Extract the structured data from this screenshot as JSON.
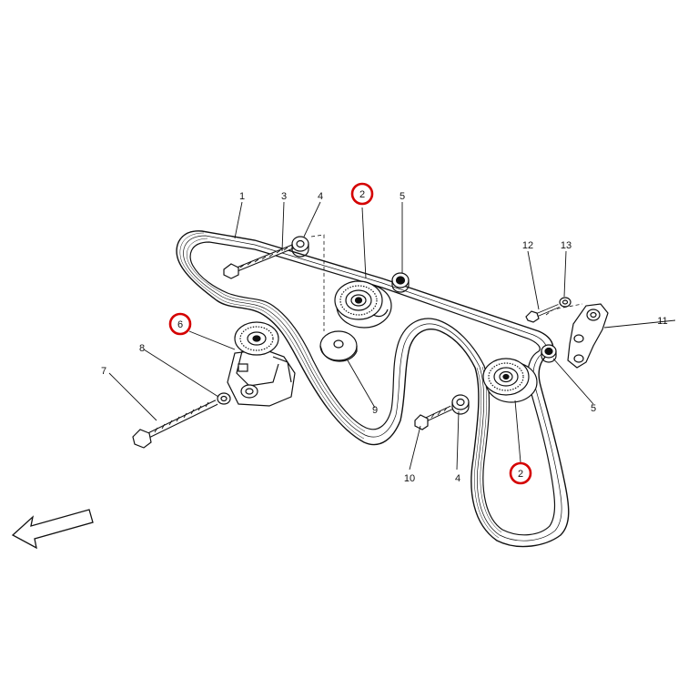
{
  "diagram": {
    "colors": {
      "line": "#111111",
      "highlight": "#d40000",
      "background": "#ffffff"
    },
    "callouts": [
      {
        "id": "c1",
        "label": "1",
        "highlighted": false
      },
      {
        "id": "c3",
        "label": "3",
        "highlighted": false
      },
      {
        "id": "c4a",
        "label": "4",
        "highlighted": false
      },
      {
        "id": "c2a",
        "label": "2",
        "highlighted": true
      },
      {
        "id": "c5a",
        "label": "5",
        "highlighted": false
      },
      {
        "id": "c12",
        "label": "12",
        "highlighted": false
      },
      {
        "id": "c13",
        "label": "13",
        "highlighted": false
      },
      {
        "id": "c11",
        "label": "11",
        "highlighted": false
      },
      {
        "id": "c6",
        "label": "6",
        "highlighted": true
      },
      {
        "id": "c8",
        "label": "8",
        "highlighted": false
      },
      {
        "id": "c7",
        "label": "7",
        "highlighted": false
      },
      {
        "id": "c9",
        "label": "9",
        "highlighted": false
      },
      {
        "id": "c5b",
        "label": "5",
        "highlighted": false
      },
      {
        "id": "c10",
        "label": "10",
        "highlighted": false
      },
      {
        "id": "c4b",
        "label": "4",
        "highlighted": false
      },
      {
        "id": "c2b",
        "label": "2",
        "highlighted": true
      }
    ],
    "direction_arrow": "front-direction-arrow"
  }
}
